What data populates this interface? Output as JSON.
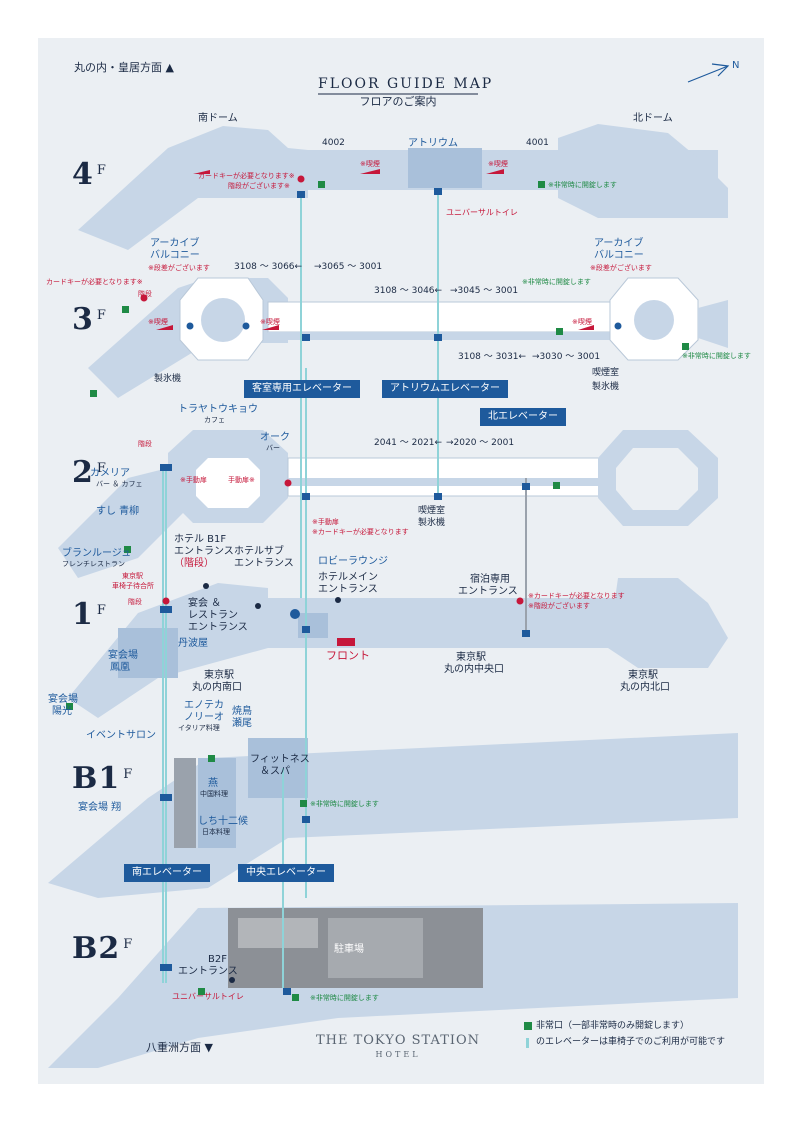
{
  "header": {
    "direction_top": "丸の内・皇居方面",
    "direction_bottom": "八重洲方面",
    "title": "FLOOR GUIDE MAP",
    "subtitle": "フロアのご案内",
    "north": "N"
  },
  "floors": {
    "f4": "4",
    "f3": "3",
    "f2": "2",
    "f1": "1",
    "b1": "B1",
    "b2": "B2",
    "suffix": "F"
  },
  "labels": {
    "south_dome": "南ドーム",
    "north_dome": "北ドーム",
    "room_4002": "4002",
    "atrium": "アトリウム",
    "room_4001": "4001",
    "cardkey_4f": "カードキーが必要となります※",
    "stairs_4f": "階段がございます※",
    "smoking_4f_a": "※喫煙",
    "smoking_4f_b": "※喫煙",
    "emergency_4f": "※非常時に開錠します",
    "universal_toilet_4f": "ユニバーサルトイレ",
    "archive_s_1": "アーカイブ",
    "archive_s_2": "バルコニー",
    "archive_s_note": "※段差がございます",
    "archive_n_1": "アーカイブ",
    "archive_n_2": "バルコニー",
    "archive_n_note": "※段差がございます",
    "range_3f_a1": "3108 ～ 3066←",
    "range_3f_a2": "→3065 ～ 3001",
    "range_3f_b1": "3108 ～ 3046←",
    "range_3f_b2": "→3045 ～ 3001",
    "range_3f_c1": "3108 ～ 3031←",
    "range_3f_c2": "→3030 ～ 3001",
    "cardkey_3f": "カードキーが必要となります※",
    "stairs_3f": "階段",
    "smoking_3f_a": "※喫煙",
    "smoking_3f_b": "※喫煙",
    "smoking_3f_c": "※喫煙",
    "emergency_3f_a": "※非常時に開錠します",
    "emergency_3f_b": "※非常時に開錠します",
    "ice_3f_s": "製氷機",
    "smoking_room_3f": "喫煙室",
    "ice_3f_n": "製氷機",
    "guest_elevator": "客室専用エレベーター",
    "atrium_elevator": "アトリウムエレベーター",
    "north_elevator": "北エレベーター",
    "torayatoukyou": "トラヤトウキョウ",
    "cafe": "カフェ",
    "oak": "オーク",
    "bar": "バー",
    "stairs_2f": "階段",
    "camelia": "カメリア",
    "camelia_sub": "バー ＆ カフェ",
    "sushi": "すし 青柳",
    "blanc_rouge": "ブランルージュ",
    "blanc_rouge_sub": "フレンチレストラン",
    "manual_door_a": "※手動扉",
    "manual_door_b": "手動扉※",
    "manual_door_c": "※手動扉",
    "cardkey_2f": "※カードキーが必要となります",
    "range_2f_a": "2041 ～ 2021←",
    "range_2f_b": "→2020 ～ 2001",
    "smoking_room_2f": "喫煙室",
    "ice_2f": "製氷機",
    "hotel_b1f_entrance_1": "ホテル B1F",
    "hotel_b1f_entrance_2": "エントランス",
    "hotel_b1f_entrance_3": "（階段）",
    "hotel_sub_entrance_1": "ホテルサブ",
    "hotel_sub_entrance_2": "エントランス",
    "lobby_lounge": "ロビーラウンジ",
    "hotel_main_entrance_1": "ホテルメイン",
    "hotel_main_entrance_2": "エントランス",
    "staying_entrance_1": "宿泊専用",
    "staying_entrance_2": "エントランス",
    "cardkey_1f": "※カードキーが必要となります",
    "stairs_1f": "※階段がございます",
    "wheelchair_1f_1": "東京駅",
    "wheelchair_1f_2": "車椅子待合所",
    "stairs_1f_s": "階段",
    "banquet_rest_1": "宴会 ＆",
    "banquet_rest_2": "レストラン",
    "banquet_rest_3": "エントランス",
    "tanbaya": "丹波屋",
    "banquet_hoo_1": "宴会場",
    "banquet_hoo_2": "鳳凰",
    "banquet_yoko_1": "宴会場",
    "banquet_yoko_2": "陽光",
    "front": "フロント",
    "south_exit_1": "東京駅",
    "south_exit_2": "丸の内南口",
    "central_exit_1": "東京駅",
    "central_exit_2": "丸の内中央口",
    "north_exit_1": "東京駅",
    "north_exit_2": "丸の内北口",
    "enoteca_1": "エノテカ",
    "enoteca_2": "ノリーオ",
    "enoteca_3": "イタリア料理",
    "yakitori_1": "焼鳥",
    "yakitori_2": "瀬尾",
    "event_salon": "イベントサロン",
    "en_1": "燕",
    "en_2": "中国料理",
    "shichi_1": "しち十二候",
    "shichi_2": "日本料理",
    "fitness_1": "フィットネス",
    "fitness_2": "＆スパ",
    "emergency_b1": "※非常時に開錠します",
    "banquet_tobi": "宴会場 翔",
    "south_elevator": "南エレベーター",
    "central_elevator": "中央エレベーター",
    "parking": "駐車場",
    "b2f_entrance_1": "B2F",
    "b2f_entrance_2": "エントランス",
    "universal_toilet_b2": "ユニバーサルトイレ",
    "emergency_b2": "※非常時に開錠します"
  },
  "legend": {
    "emergency_exit": "非常口（一部非常時のみ開錠します）",
    "wheelchair_elev": "のエレベーターは車椅子でのご利用が可能です"
  },
  "logo": {
    "line1": "THE TOKYO STATION",
    "line2": "HOTEL"
  },
  "colors": {
    "background": "#ebeff3",
    "floor_fill": "#c7d6e7",
    "floor_dark": "#a9c0da",
    "brand_blue": "#1e5a9c",
    "accent_red": "#c6173a",
    "exit_green": "#1f8a45",
    "elevator_line": "#8fd3d8"
  }
}
